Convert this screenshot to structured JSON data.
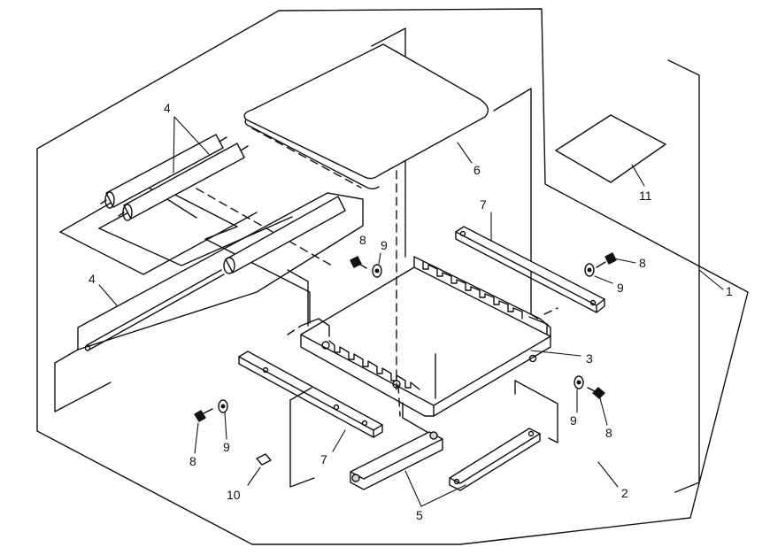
{
  "diagram": {
    "callouts": {
      "c1": "1",
      "c2": "2",
      "c3": "3",
      "c4a": "4",
      "c4b": "4",
      "c5": "5",
      "c6": "6",
      "c7a": "7",
      "c7b": "7",
      "c8a": "8",
      "c8b": "8",
      "c8c": "8",
      "c8d": "8",
      "c9a": "9",
      "c9b": "9",
      "c9c": "9",
      "c9d": "9",
      "c10": "10",
      "c11": "11"
    }
  }
}
